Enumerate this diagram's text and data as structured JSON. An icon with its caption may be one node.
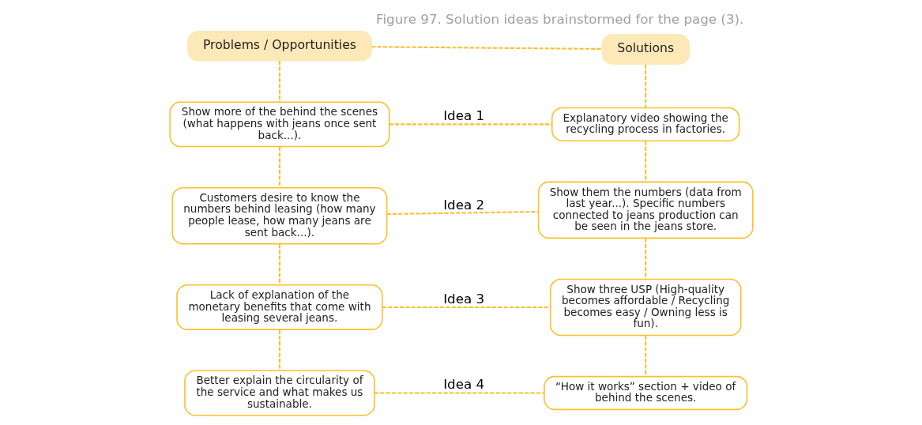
{
  "diagram": {
    "title": "Figure 97. Solution ideas brainstormed for the page (3).",
    "nodes": [
      {
        "text": [
          "Problems / Opportunities"
        ]
      },
      {
        "text": [
          "Solutions"
        ]
      },
      {
        "text": [
          "Show more of the behind the scenes (what happens with jeans once sent back...)."
        ]
      },
      {
        "text": [
          "Customers desire to know the numbers behind leasing (how many people lease, how many jeans are sent back...)."
        ]
      },
      {
        "text": [
          "Lack of explanation of the monetary benefits that come with leasing several jeans."
        ]
      },
      {
        "text": [
          "Better explain the circularity of the service and what makes us sustainable."
        ]
      },
      {
        "text": [
          "Explanatory video showing the recycling process in factories."
        ]
      },
      {
        "text": [
          "Show them the numbers (data from last year...). Specific numbers connected to jeans production can be seen in the jeans store."
        ]
      },
      {
        "text": [
          "Show three USP (High-quality becomes affordable / Recycling becomes easy / Owning less is fun)."
        ]
      },
      {
        "text": [
          "“How it works” section + video of behind the scenes."
        ]
      }
    ],
    "edges": [
      {
        "from": 0,
        "to": 1,
        "arrow": "none",
        "style": "dashed"
      },
      {
        "from": 0,
        "to": 2,
        "arrow": "none",
        "style": "dashed"
      },
      {
        "from": 2,
        "to": 3,
        "arrow": "none",
        "style": "dashed"
      },
      {
        "from": 3,
        "to": 4,
        "arrow": "none",
        "style": "dashed"
      },
      {
        "from": 4,
        "to": 5,
        "arrow": "none",
        "style": "dashed"
      },
      {
        "from": 1,
        "to": 6,
        "arrow": "none",
        "style": "dashed"
      },
      {
        "from": 6,
        "to": 7,
        "arrow": "none",
        "style": "dashed"
      },
      {
        "from": 7,
        "to": 8,
        "arrow": "none",
        "style": "dashed"
      },
      {
        "from": 8,
        "to": 9,
        "arrow": "none",
        "style": "dashed"
      },
      {
        "from": 2,
        "to": 6,
        "arrow": "none",
        "style": "dashed",
        "label": "Idea 1"
      },
      {
        "from": 3,
        "to": 7,
        "arrow": "none",
        "style": "dashed",
        "label": "Idea 2"
      },
      {
        "from": 4,
        "to": 8,
        "arrow": "none",
        "style": "dashed",
        "label": "Idea 3"
      },
      {
        "from": 5,
        "to": 9,
        "arrow": "none",
        "style": "dashed",
        "label": "Idea 4"
      }
    ]
  }
}
